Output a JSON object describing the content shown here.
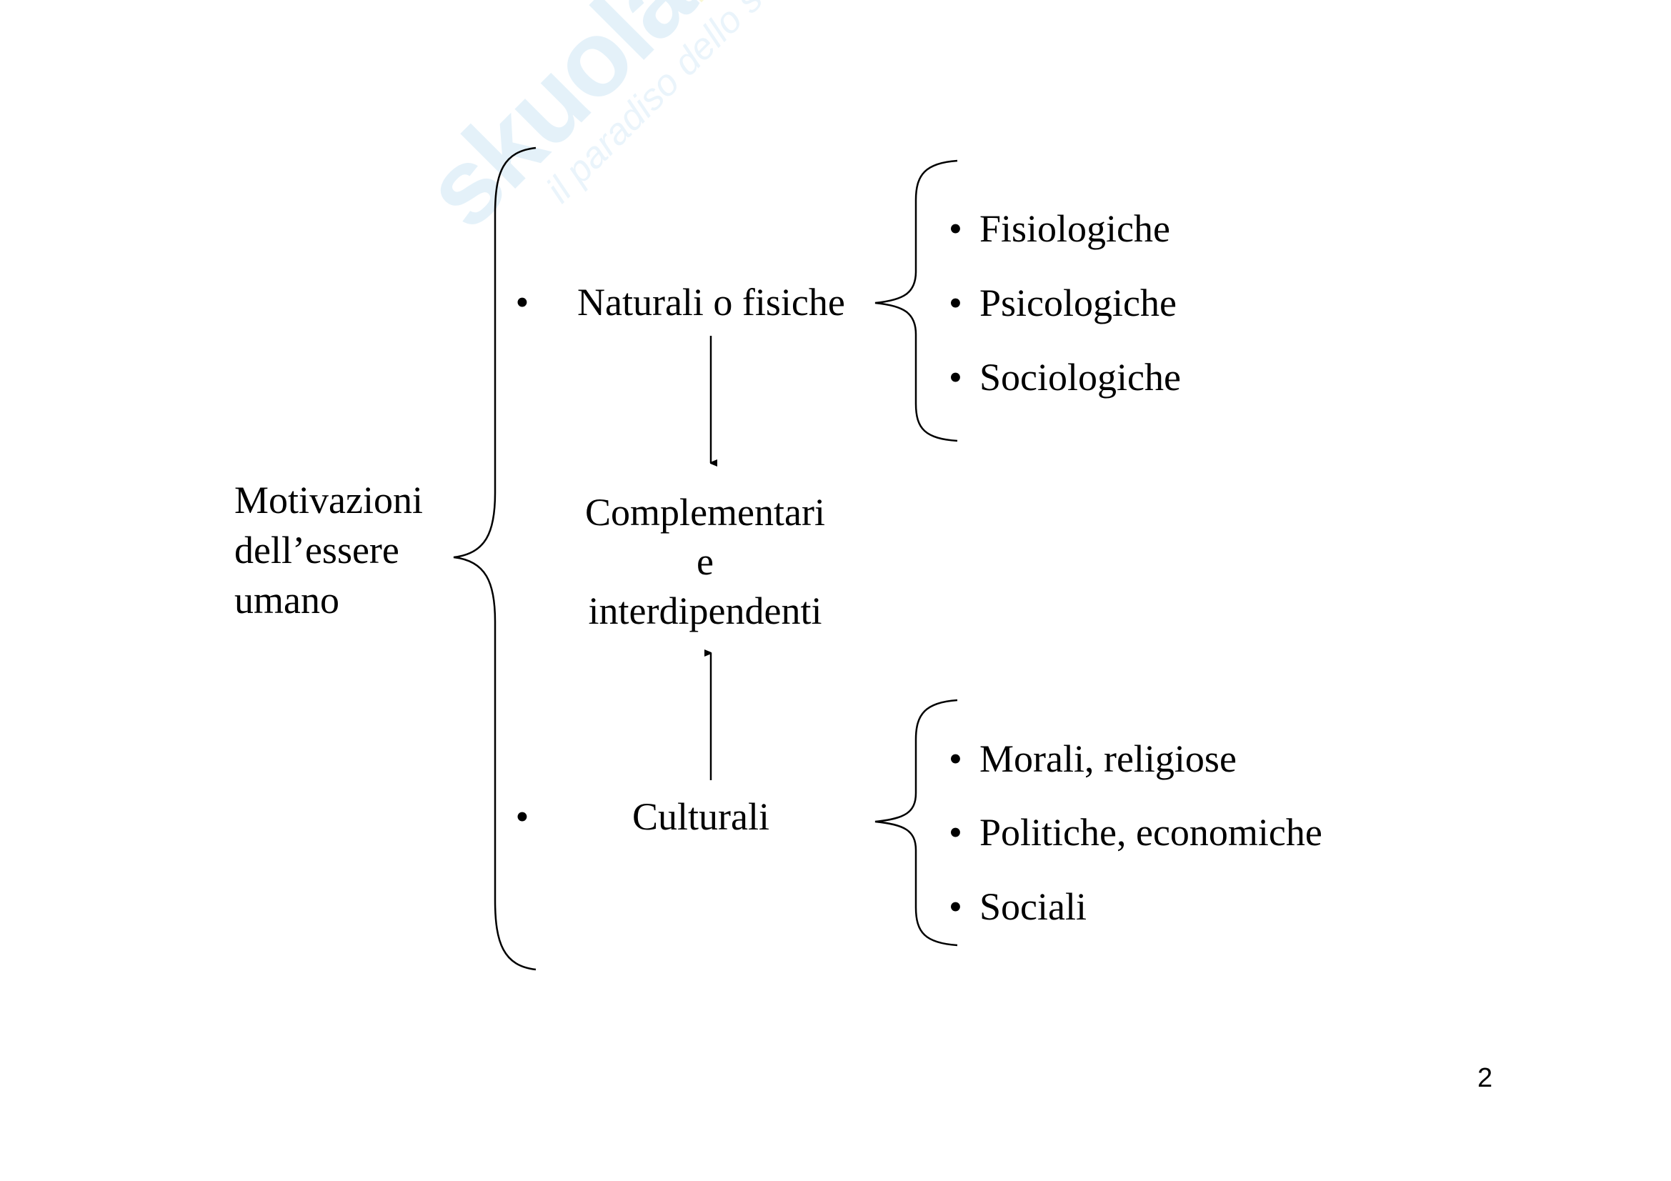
{
  "watermark": {
    "logo": "skuola",
    "logo_suffix": ".net",
    "tagline": "il paradiso dello studente"
  },
  "root": {
    "lines": [
      "Motivazioni",
      "dell’essere",
      "umano"
    ]
  },
  "branches": [
    {
      "bullet": "•",
      "label": "Naturali o fisiche",
      "items": [
        "Fisiologiche",
        "Psicologiche",
        "Sociologiche"
      ]
    },
    {
      "bullet": "•",
      "label": "Culturali",
      "items": [
        "Morali, religiose",
        "Politiche, economiche",
        "Sociali"
      ]
    }
  ],
  "center": {
    "lines": [
      "Complementari",
      "e",
      "interdipendenti"
    ]
  },
  "item_bullet": "•",
  "page_number": "2"
}
